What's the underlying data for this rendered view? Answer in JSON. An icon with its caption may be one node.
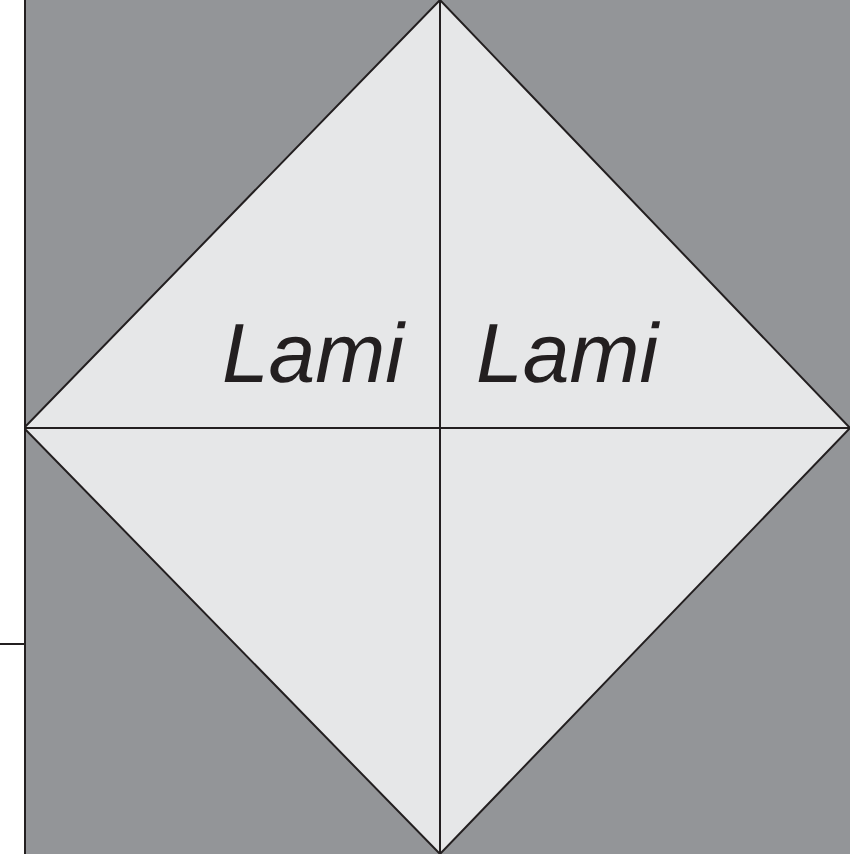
{
  "diagram": {
    "nodes": [
      {
        "text": [
          "Lami"
        ]
      },
      {
        "text": [
          "Lami"
        ]
      },
      {
        "text": [],
        "shape": "triangle"
      },
      {
        "text": [],
        "shape": "triangle"
      }
    ]
  }
}
